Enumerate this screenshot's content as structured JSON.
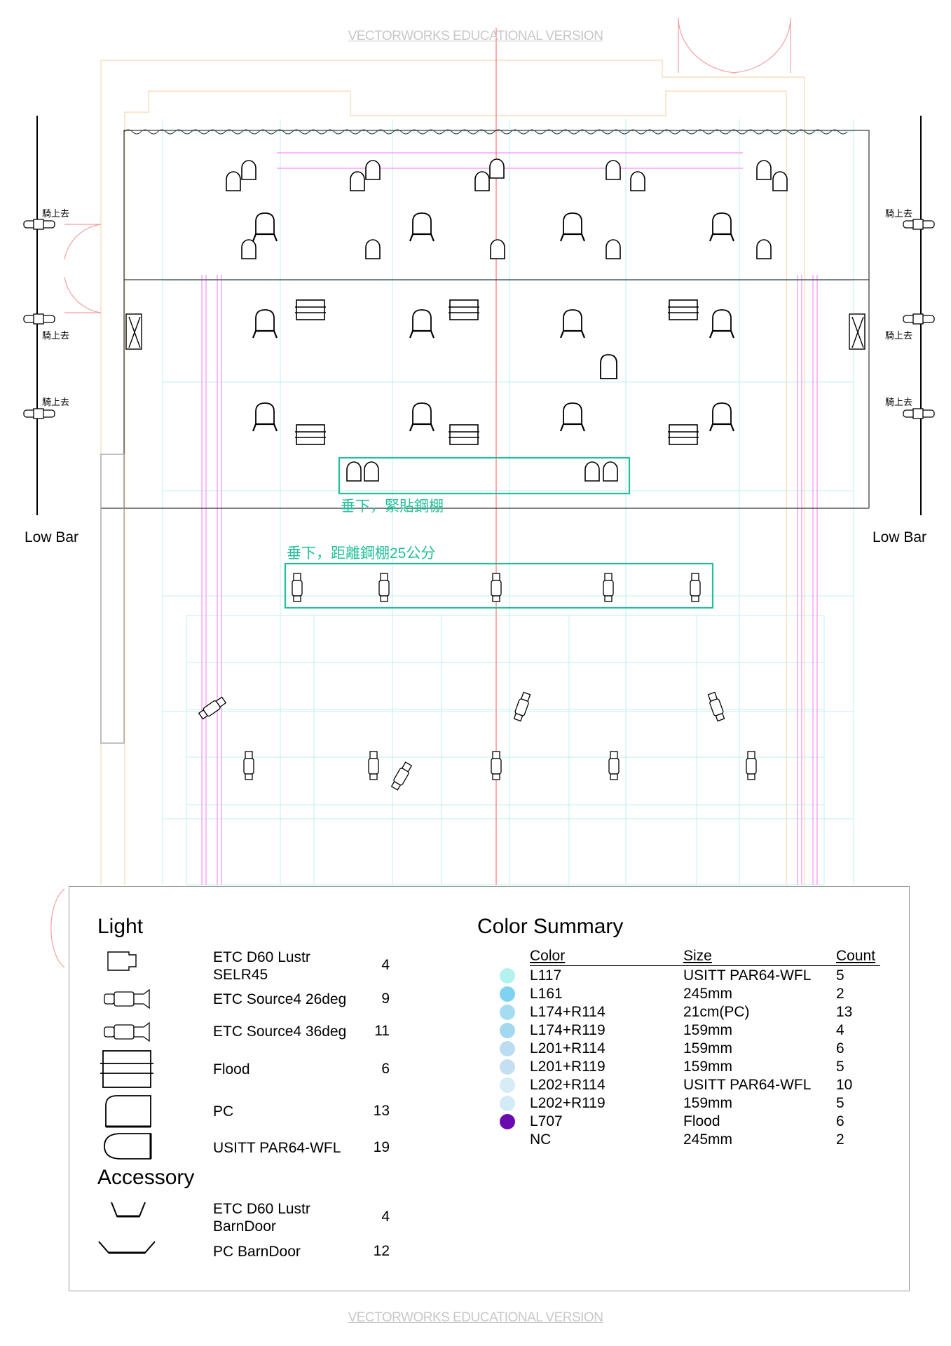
{
  "watermark": {
    "top": "VECTORWORKS EDUCATIONAL VERSION",
    "bottom": "VECTORWORKS EDUCATIONAL VERSION"
  },
  "plan": {
    "boom_label": "騎上去",
    "low_bar_left": "Low Bar",
    "low_bar_right": "Low Bar",
    "note_upper": "垂下，緊貼鋼棚",
    "note_lower": "垂下，距離鋼棚25公分",
    "colors": {
      "accent": "#21c09a",
      "centerline": "#ff6b6b",
      "pipe": "#ff66ff",
      "grid": "#b8eef0",
      "wall": "#f5d8b0"
    }
  },
  "legend": {
    "light_title": "Light",
    "lights": [
      {
        "name_line1": "ETC D60 Lustr",
        "name_line2": "SELR45",
        "count": "4",
        "icon": "d60-lustr-icon"
      },
      {
        "name_line1": "ETC Source4 26deg",
        "name_line2": "",
        "count": "9",
        "icon": "source4-26-icon"
      },
      {
        "name_line1": "ETC Source4 36deg",
        "name_line2": "",
        "count": "11",
        "icon": "source4-36-icon"
      },
      {
        "name_line1": "Flood",
        "name_line2": "",
        "count": "6",
        "icon": "flood-icon"
      },
      {
        "name_line1": "PC",
        "name_line2": "",
        "count": "13",
        "icon": "pc-icon"
      },
      {
        "name_line1": "USITT PAR64-WFL",
        "name_line2": "",
        "count": "19",
        "icon": "par64-icon"
      }
    ],
    "accessory_title": "Accessory",
    "accessories": [
      {
        "name_line1": "ETC D60 Lustr",
        "name_line2": "BarnDoor",
        "count": "4",
        "icon": "d60-barndoor-icon"
      },
      {
        "name_line1": "PC BarnDoor",
        "name_line2": "",
        "count": "12",
        "icon": "pc-barndoor-icon"
      }
    ],
    "color_summary_title": "Color Summary",
    "headers": {
      "color": "Color",
      "size": "Size",
      "count": "Count"
    },
    "rows": [
      {
        "color": "L117",
        "size": "USITT PAR64-WFL",
        "count": "5",
        "swatch": "#b4f2f0"
      },
      {
        "color": "L161",
        "size": "245mm",
        "count": "2",
        "swatch": "#7fd3f0"
      },
      {
        "color": "L174+R114",
        "size": "21cm(PC)",
        "count": "13",
        "swatch": "#a6dcf2"
      },
      {
        "color": "L174+R119",
        "size": "159mm",
        "count": "4",
        "swatch": "#a2d8f0"
      },
      {
        "color": "L201+R114",
        "size": "159mm",
        "count": "6",
        "swatch": "#bcdcf2"
      },
      {
        "color": "L201+R119",
        "size": "159mm",
        "count": "5",
        "swatch": "#c4dff2"
      },
      {
        "color": "L202+R114",
        "size": "USITT PAR64-WFL",
        "count": "10",
        "swatch": "#d6ecf6"
      },
      {
        "color": "L202+R119",
        "size": "159mm",
        "count": "5",
        "swatch": "#d2ebf6"
      },
      {
        "color": "L707",
        "size": "Flood",
        "count": "6",
        "swatch": "#6a0bb0"
      },
      {
        "color": "NC",
        "size": "245mm",
        "count": "2",
        "swatch": ""
      }
    ]
  }
}
